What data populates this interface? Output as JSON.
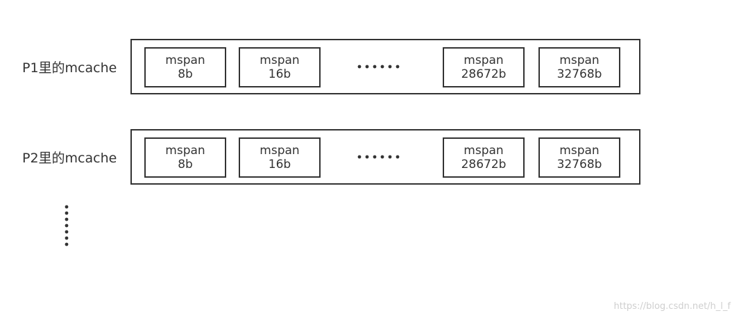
{
  "rows": [
    {
      "label": "P1里的mcache",
      "spans": [
        {
          "name": "mspan",
          "size": "8b"
        },
        {
          "name": "mspan",
          "size": "16b"
        },
        {
          "name": "mspan",
          "size": "28672b"
        },
        {
          "name": "mspan",
          "size": "32768b"
        }
      ]
    },
    {
      "label": "P2里的mcache",
      "spans": [
        {
          "name": "mspan",
          "size": "8b"
        },
        {
          "name": "mspan",
          "size": "16b"
        },
        {
          "name": "mspan",
          "size": "28672b"
        },
        {
          "name": "mspan",
          "size": "32768b"
        }
      ]
    }
  ],
  "watermark": "https://blog.csdn.net/h_l_f",
  "colors": {
    "stroke": "#333333",
    "text": "#333333",
    "watermark": "#cfcfcf"
  }
}
